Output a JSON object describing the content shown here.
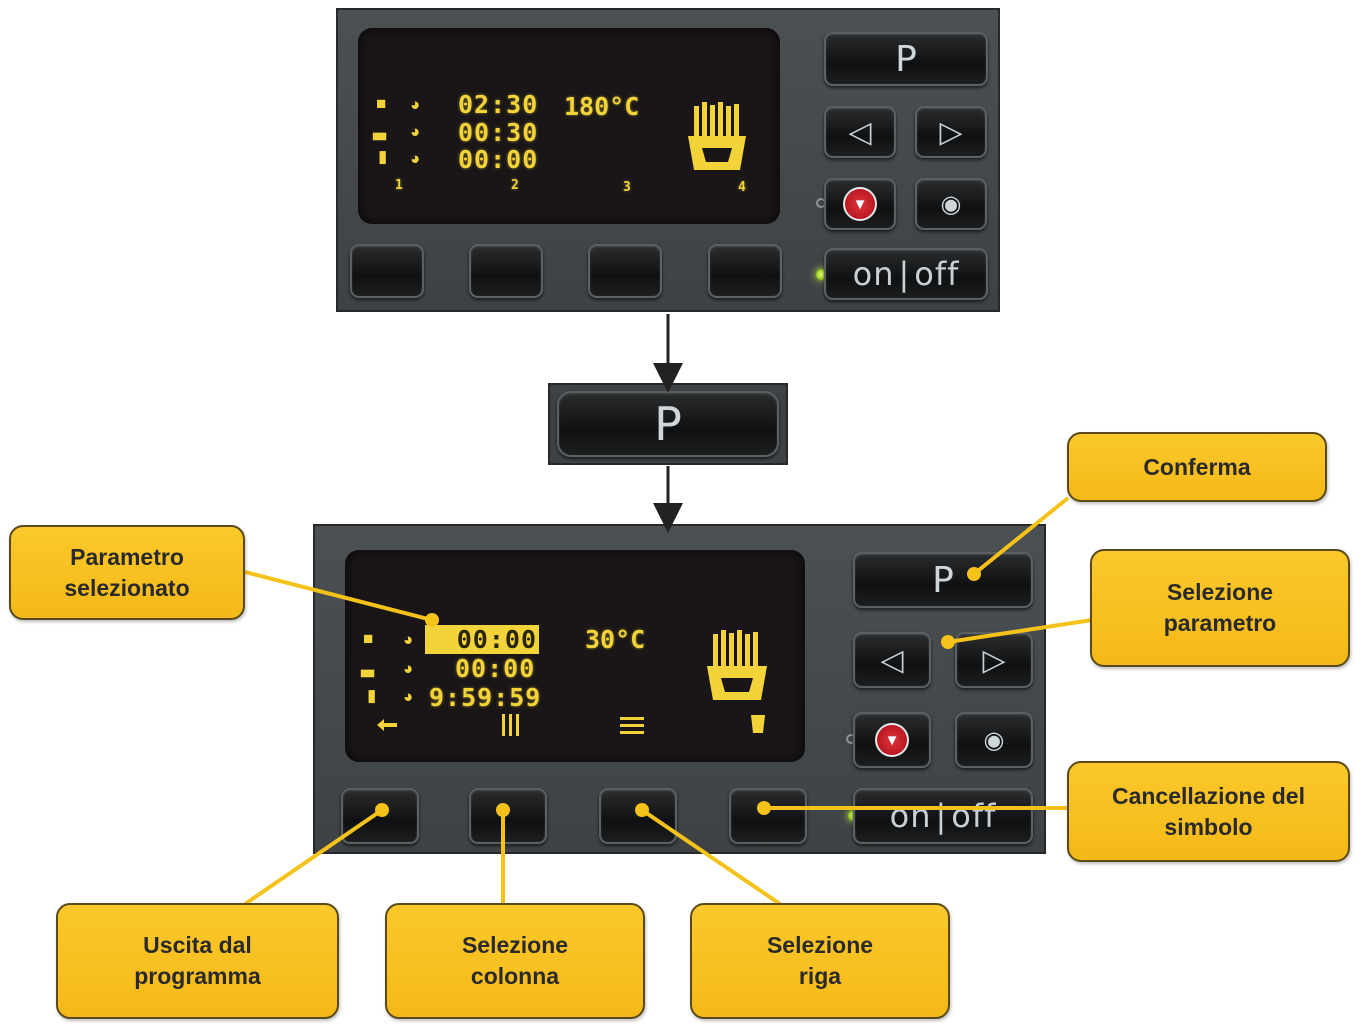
{
  "top_display": {
    "rows": [
      {
        "time": "02:30"
      },
      {
        "time": "00:30"
      },
      {
        "time": "00:00"
      }
    ],
    "temperature": "180°C",
    "columns": [
      "1",
      "2",
      "3",
      "4"
    ]
  },
  "bottom_display": {
    "rows": [
      {
        "time": "00:00",
        "selected": true
      },
      {
        "time": "00:00"
      },
      {
        "time": "9:59:59"
      }
    ],
    "temperature": "30°C",
    "soft_key_symbols": [
      "exit-arrow-icon",
      "columns-icon",
      "rows-icon",
      "cup-icon"
    ]
  },
  "keys": {
    "program_label": "P",
    "onoff_on": "on",
    "onoff_off": "off"
  },
  "icons": [
    "folder-icon",
    "clock-icon",
    "basket-icon",
    "cup-icon",
    "fries-icon",
    "left-arrow-icon",
    "right-arrow-icon",
    "stop-icon",
    "oil-drop-icon"
  ],
  "callouts": {
    "conferma": "Conferma",
    "selezione_parametro": "Selezione parametro",
    "parametro_selezionato": "Parametro selezionato",
    "cancellazione_simbolo": "Cancellazione del simbolo",
    "uscita_programma": "Uscita dal programma",
    "selezione_colonna": "Selezione colonna",
    "selezione_riga": "Selezione riga"
  },
  "colors": {
    "callout_fill": "#f4b918",
    "display_text": "#f2d33a",
    "leader_line": "#f5c21a",
    "led_green": "#9fd320",
    "stop_red": "#c8202a"
  }
}
